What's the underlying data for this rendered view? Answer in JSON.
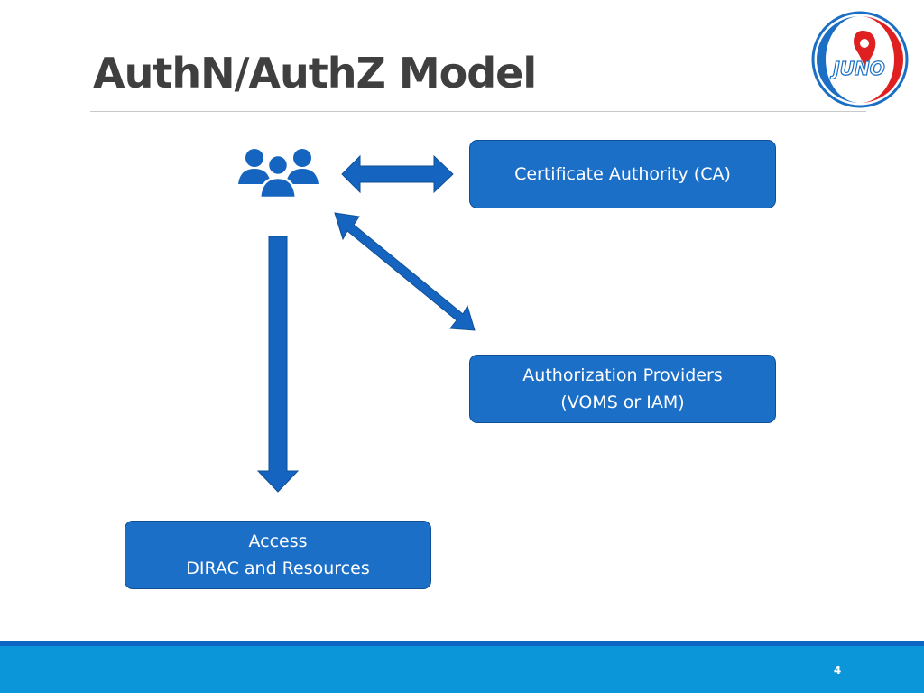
{
  "slide": {
    "title": "AuthN/AuthZ Model",
    "page_number": "4"
  },
  "logo": {
    "text": "JUNO",
    "colors": {
      "ring_blue": "#1a6fc4",
      "red": "#e02020"
    }
  },
  "diagram": {
    "users_icon": "users-group-icon",
    "boxes": {
      "certificate_authority": {
        "lines": [
          "Certificate Authority (CA)"
        ]
      },
      "authorization_providers": {
        "lines": [
          "Authorization Providers",
          "(VOMS or IAM)"
        ]
      },
      "access": {
        "lines": [
          "Access",
          "DIRAC and Resources"
        ]
      }
    },
    "arrows": [
      {
        "from": "users",
        "to": "certificate_authority",
        "style": "double-headed"
      },
      {
        "from": "users",
        "to": "authorization_providers",
        "style": "double-headed"
      },
      {
        "from": "users",
        "to": "access",
        "style": "single-headed"
      }
    ]
  },
  "colors": {
    "box_fill": "#1b6fc7",
    "arrow_fill": "#1565c0",
    "footer": "#0b96d9",
    "footer_stripe": "#0e66c4",
    "title_text": "#3f3f3f"
  }
}
